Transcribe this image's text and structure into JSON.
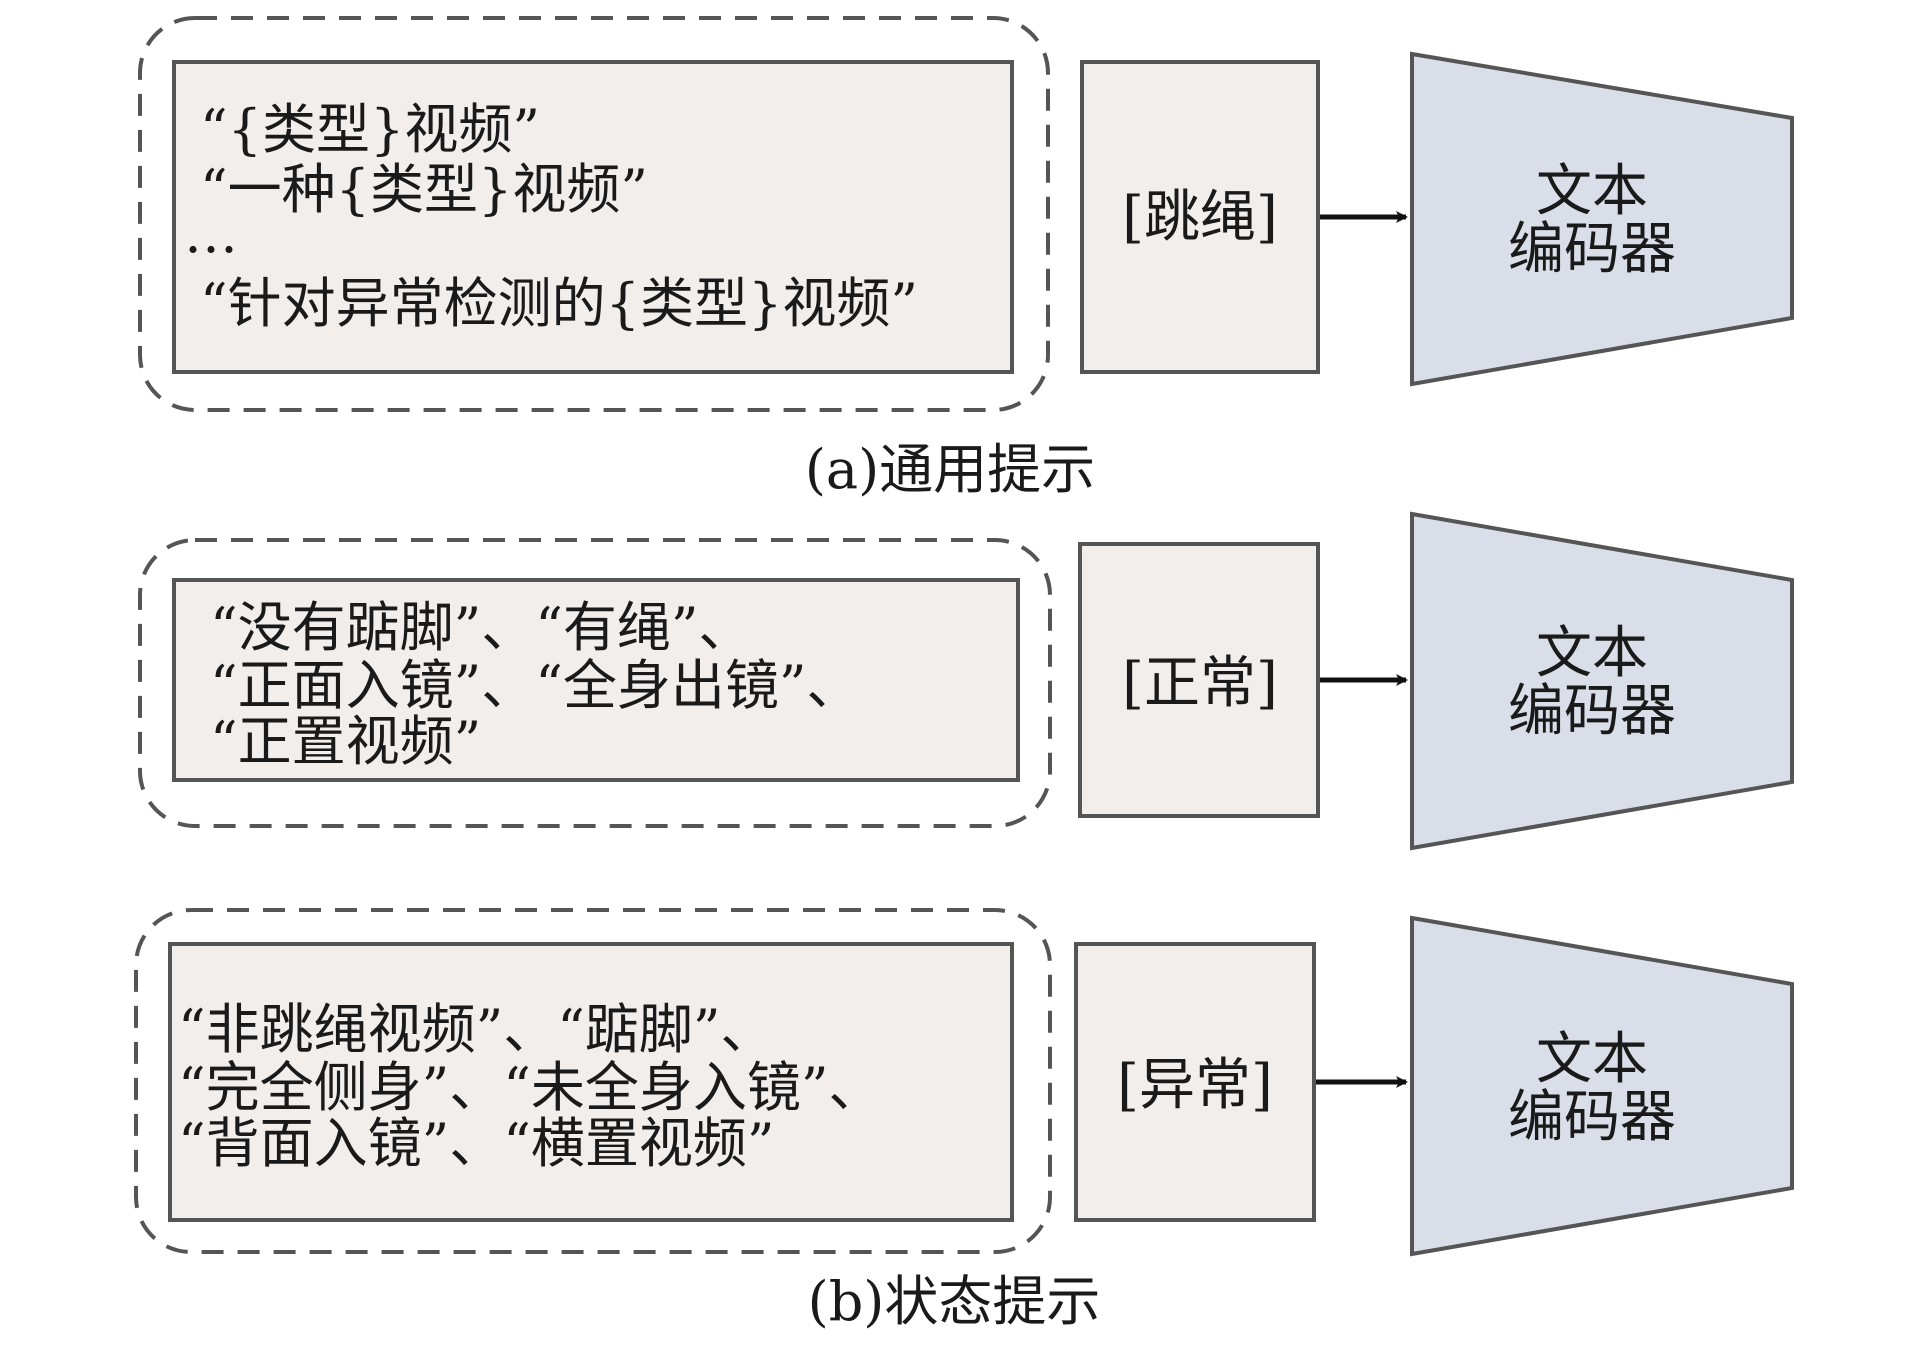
{
  "section_a": {
    "caption": "(a)通用提示",
    "prompts": [
      "“{类型}视频”",
      "“一种{类型}视频”",
      "…",
      "“针对异常检测的{类型}视频”"
    ],
    "token": "[跳绳]",
    "encoder": {
      "line1": "文本",
      "line2": "编码器"
    }
  },
  "section_b": {
    "caption": "(b)状态提示",
    "normal": {
      "prompts": [
        "“没有踮脚”、“有绳”、",
        "“正面入镜”、“全身出镜”、",
        "“正置视频”"
      ],
      "token": "[正常]",
      "encoder": {
        "line1": "文本",
        "line2": "编码器"
      }
    },
    "abnormal": {
      "prompts": [
        "“非跳绳视频”、“踮脚”、",
        "“完全侧身”、“未全身入镜”、",
        "“背面入镜”、“横置视频”"
      ],
      "token": "[异常]",
      "encoder": {
        "line1": "文本",
        "line2": "编码器"
      }
    }
  },
  "colors": {
    "box_fill": "#f1eeec",
    "box_stroke": "#555555",
    "encoder_fill": "#d9dee8",
    "encoder_stroke": "#555555",
    "arrow": "#111111",
    "dash": "#555555"
  },
  "icons": {
    "arrow": "arrow-right-icon"
  }
}
